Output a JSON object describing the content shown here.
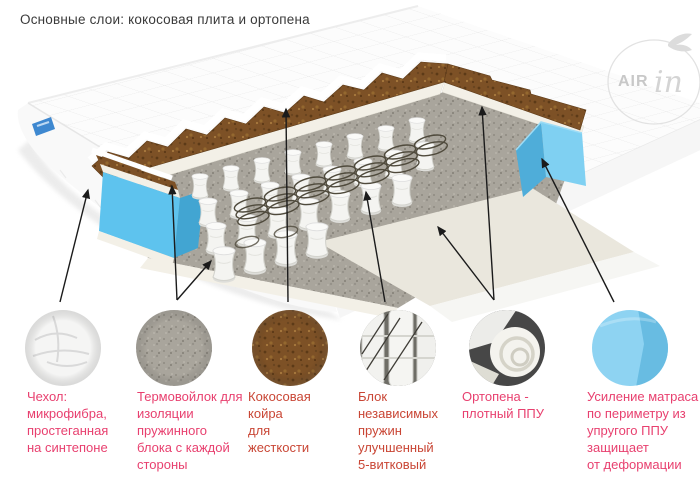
{
  "title": "Основные слои: кокосовая плита и ортопена",
  "watermark": {
    "main": "AIR",
    "script": "in"
  },
  "colors": {
    "title_text": "#3a3a3a",
    "label_pink": "#e8406f",
    "label_red": "#c94635",
    "arrow": "#1b1b1b",
    "foam_blue": "#5ec3ee",
    "coir_brown": "#7d5126",
    "felt_gray": "#a9a59c",
    "tag_blue": "#3e88d0"
  },
  "legend": [
    {
      "swatch": "quilted-cover",
      "color": "#e8406f",
      "label": "Чехол:\nмикрофибра,\nпростеганная\nна синтепоне"
    },
    {
      "swatch": "thermo-felt",
      "color": "#e8406f",
      "label": "Термовойлок для\nизоляции\nпружинного\nблока с каждой\nстороны"
    },
    {
      "swatch": "coconut-coir",
      "color": "#c94635",
      "label": "Кокосовая\nкойра\nдля\nжесткости"
    },
    {
      "swatch": "pocket-springs",
      "color": "#c94635",
      "label": "Блок\nнезависимых\nпружин\nулучшенный\n5-витковый"
    },
    {
      "swatch": "orthopena-foam",
      "color": "#e8406f",
      "label": "Ортопена -\nплотный ППУ"
    },
    {
      "swatch": "perimeter-foam",
      "color": "#e8406f",
      "label": "Усиление матраса\nпо периметру из\nупругого ППУ\nзащищает\nот деформации"
    }
  ]
}
